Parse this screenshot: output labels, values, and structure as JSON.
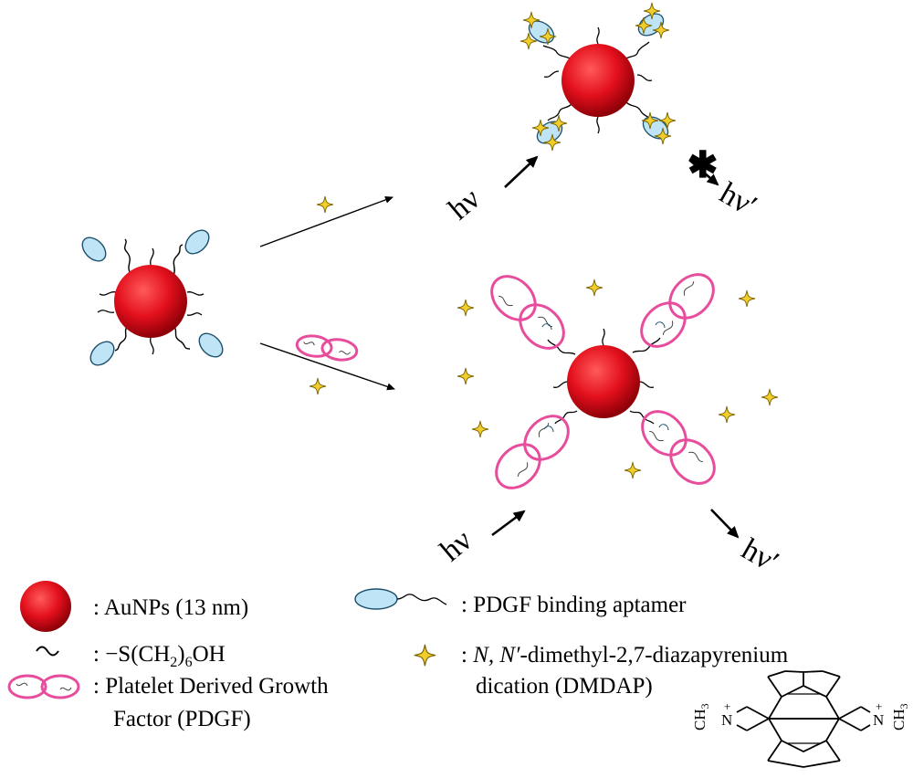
{
  "colors": {
    "gold_nanoparticle": "#e3101d",
    "aptamer": "#bfe4f5",
    "pdgf": "#e84c9c",
    "dmdap": "#f2ce2a",
    "linker": "#000000"
  },
  "photons": {
    "excitation": "hν",
    "emission": "hν′",
    "quench_mark": "✱"
  },
  "legend": {
    "aunp": ": AuNPs (13 nm)",
    "linker_label": ": −S(CH",
    "linker_sub1": "2",
    "linker_mid": ")",
    "linker_sub2": "6",
    "linker_end": "OH",
    "pdgf_line1": ": Platelet Derived Growth",
    "pdgf_line2": "Factor (PDGF)",
    "aptamer": ": PDGF binding aptamer",
    "dmdap_italic": "N, N′",
    "dmdap_line1_rest": "-dimethyl-2,7-diazapyrenium",
    "dmdap_prefix": ": ",
    "dmdap_line2": "dication (DMDAP)"
  },
  "structure": {
    "methyl": "CH",
    "methyl_sub": "3",
    "nitrogen": "N",
    "charge": "+"
  },
  "icons": [
    "gold-nanoparticle-icon",
    "aptamer-icon",
    "pdgf-icon",
    "dmdap-star-icon",
    "arrow-icon"
  ]
}
